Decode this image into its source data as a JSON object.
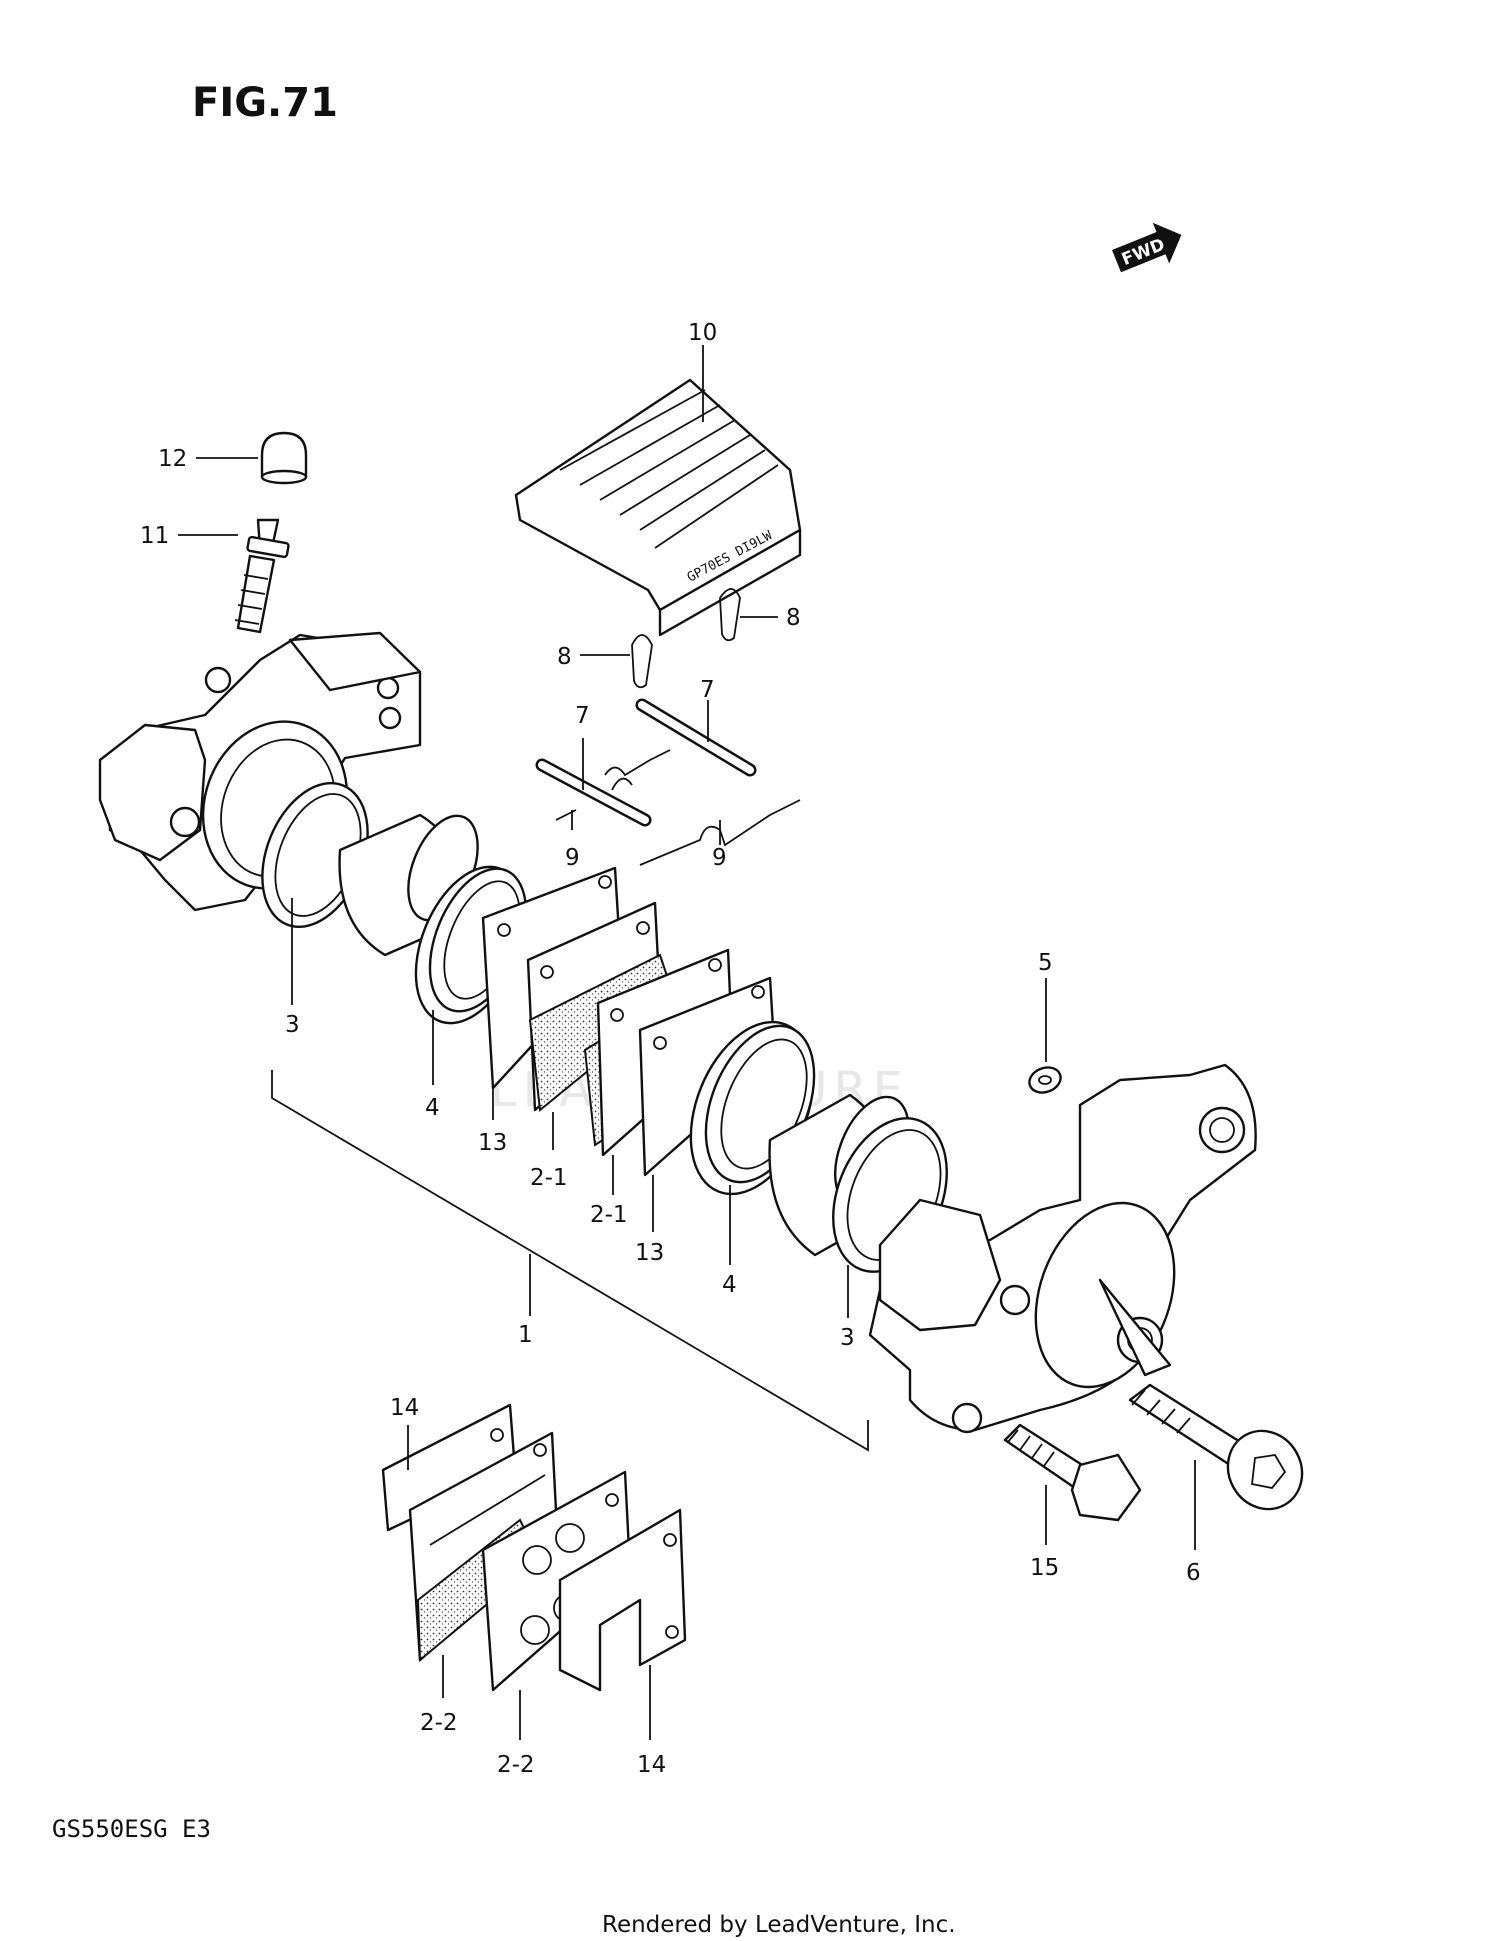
{
  "figure": {
    "title": "FIG.71",
    "model_code": "GS550ESG  E3",
    "fwd_label": "FWD",
    "stamp_text": "GP70ES DI9LW",
    "watermark": "LEADVENTURE",
    "footer": "Rendered by LeadVenture, Inc."
  },
  "callouts": [
    {
      "id": "1",
      "label": "1"
    },
    {
      "id": "2-1a",
      "label": "2-1"
    },
    {
      "id": "2-1b",
      "label": "2-1"
    },
    {
      "id": "2-2a",
      "label": "2-2"
    },
    {
      "id": "2-2b",
      "label": "2-2"
    },
    {
      "id": "3a",
      "label": "3"
    },
    {
      "id": "3b",
      "label": "3"
    },
    {
      "id": "4a",
      "label": "4"
    },
    {
      "id": "4b",
      "label": "4"
    },
    {
      "id": "5",
      "label": "5"
    },
    {
      "id": "6",
      "label": "6"
    },
    {
      "id": "7a",
      "label": "7"
    },
    {
      "id": "7b",
      "label": "7"
    },
    {
      "id": "8a",
      "label": "8"
    },
    {
      "id": "8b",
      "label": "8"
    },
    {
      "id": "9a",
      "label": "9"
    },
    {
      "id": "9b",
      "label": "9"
    },
    {
      "id": "10",
      "label": "10"
    },
    {
      "id": "11",
      "label": "11"
    },
    {
      "id": "12",
      "label": "12"
    },
    {
      "id": "13a",
      "label": "13"
    },
    {
      "id": "13b",
      "label": "13"
    },
    {
      "id": "14a",
      "label": "14"
    },
    {
      "id": "14b",
      "label": "14"
    },
    {
      "id": "15",
      "label": "15"
    }
  ]
}
